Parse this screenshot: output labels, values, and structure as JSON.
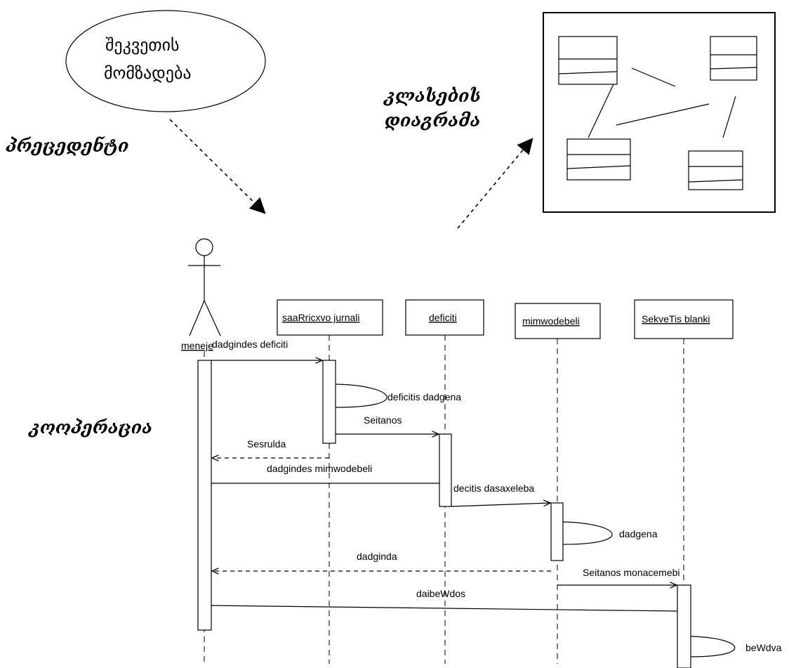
{
  "top": {
    "use_case": [
      "შეკვეთის",
      "მომზადება"
    ],
    "precedent": "პრეცედენტი",
    "class_diagram": [
      "კლასების",
      "დიაგრამა"
    ],
    "cooperation": "კოოპერაცია"
  },
  "sequence": {
    "actor": "meneje",
    "objects": [
      "saaRricxvo jurnali",
      "deficiti",
      "mimwodebeli",
      "SekveTis blanki"
    ],
    "messages": [
      "dadgindes deficiti",
      "deficitis dadgena",
      "Seitanos",
      "Sesrulda",
      "dadgindes mimwodebeli",
      "decitis dasaxeleba",
      "dadgena",
      "dadginda",
      "Seitanos monacemebi",
      "daibeWdos",
      "beWdva"
    ]
  }
}
